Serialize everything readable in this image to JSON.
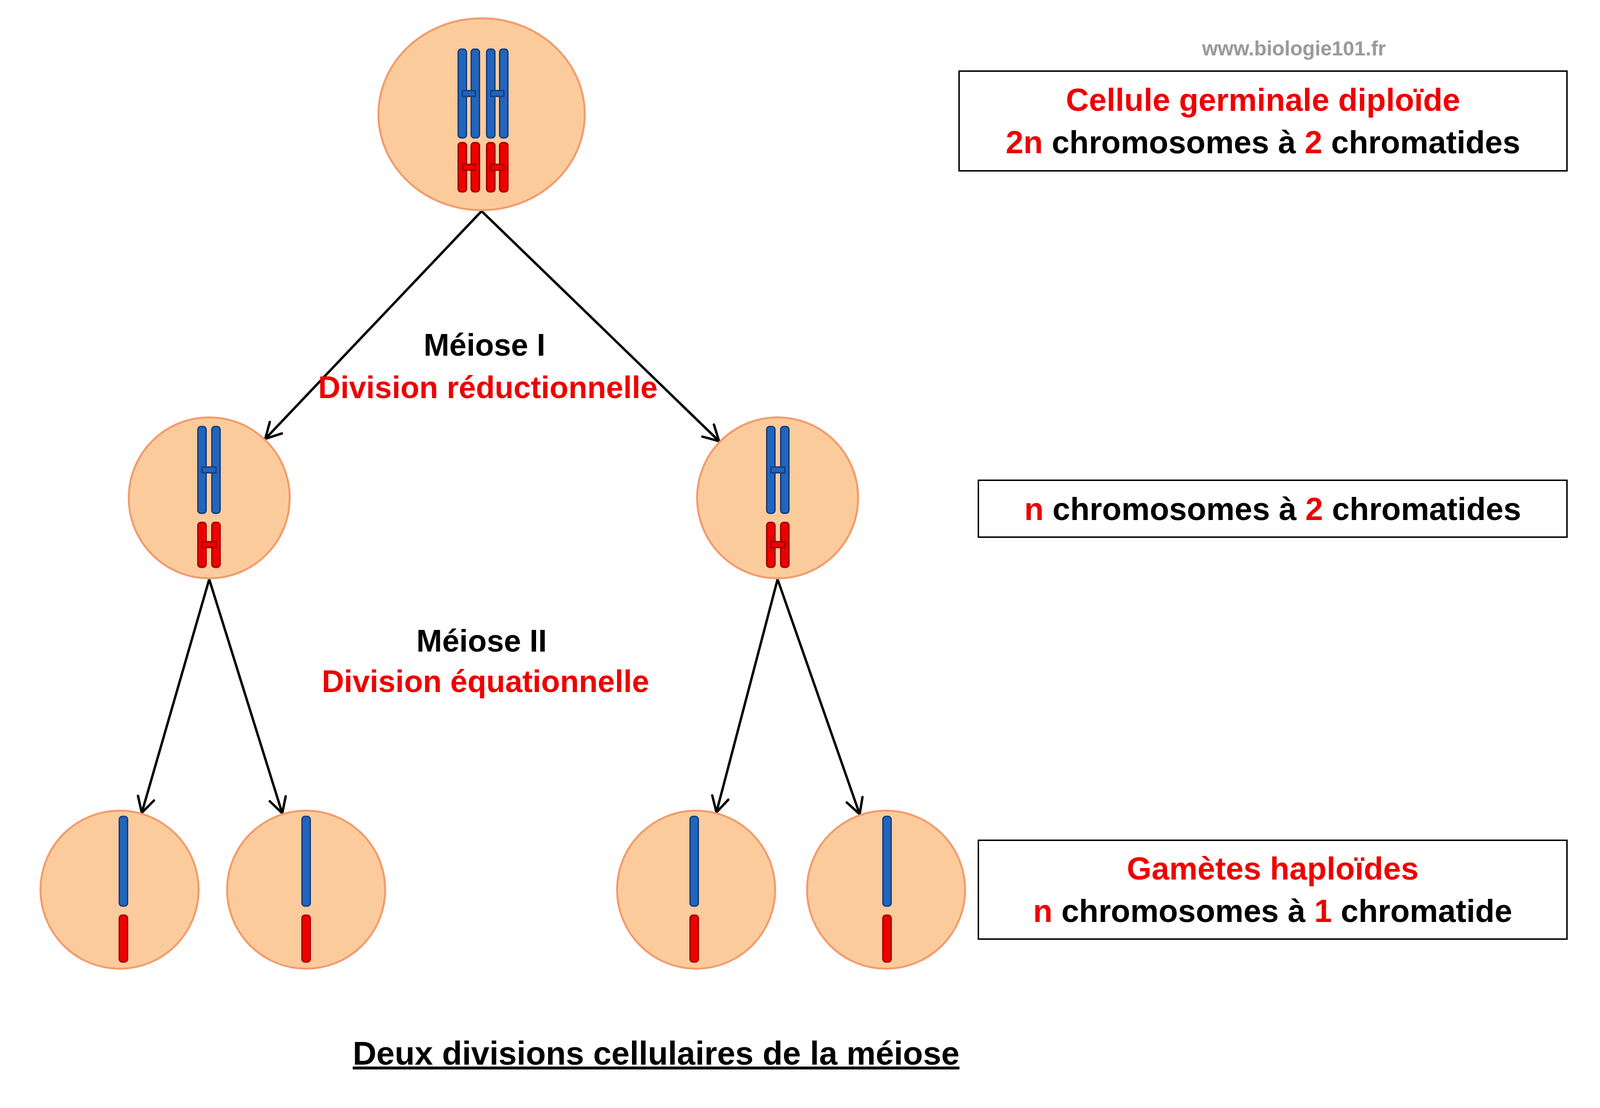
{
  "diagram": {
    "caption": "Deux divisions cellulaires de la méiose",
    "nodes": [
      {
        "text": []
      },
      {
        "text": [
          "Cellule germinale diploïde",
          "2n chromosomes à 2 chromatides"
        ]
      },
      {
        "text": []
      },
      {
        "text": []
      },
      {
        "text": [
          "n chromosomes à 2 chromatides"
        ]
      },
      {
        "text": []
      },
      {
        "text": []
      },
      {
        "text": []
      },
      {
        "text": []
      },
      {
        "text": [
          "Gamètes haploïdes",
          "n chromosomes à 1 chromatide"
        ]
      }
    ],
    "edges": [
      {
        "from": 0,
        "to": 2,
        "arrow": "to"
      },
      {
        "from": 0,
        "to": 3,
        "arrow": "to"
      },
      {
        "from": 2,
        "to": 5,
        "arrow": "to"
      },
      {
        "from": 2,
        "to": 6,
        "arrow": "to"
      },
      {
        "from": 3,
        "to": 7,
        "arrow": "to"
      },
      {
        "from": 3,
        "to": 8,
        "arrow": "to"
      }
    ],
    "labels": [
      "www.biologie101.fr",
      "Méiose I",
      "Division réductionnelle",
      "Méiose II",
      "Division équationnelle"
    ]
  }
}
